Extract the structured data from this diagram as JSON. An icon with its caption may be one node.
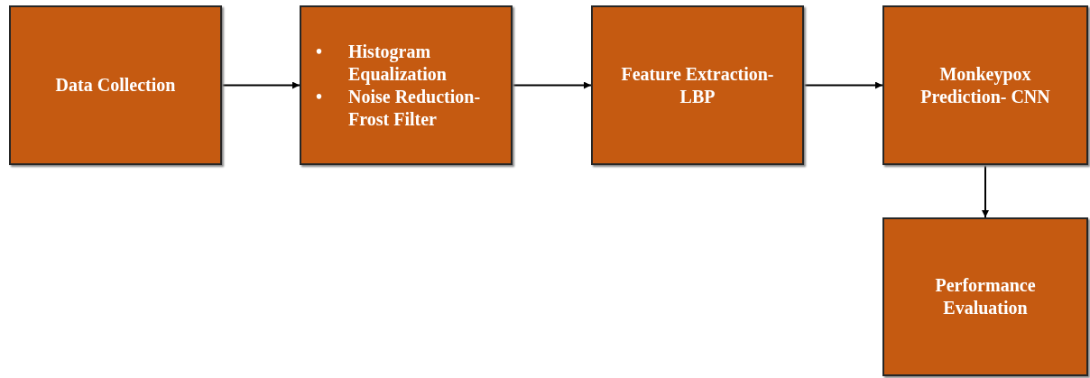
{
  "diagram": {
    "nodes": [
      {
        "text": [
          "Data Collection"
        ]
      },
      {
        "text": [
          "Histogram Equalization",
          "Noise Reduction-Frost Filter"
        ]
      },
      {
        "text": [
          "Feature Extraction-LBP"
        ]
      },
      {
        "text": [
          "Monkeypox Prediction- CNN"
        ]
      },
      {
        "text": [
          "Performance Evaluation"
        ]
      }
    ],
    "edges": [
      {
        "from": 0,
        "to": 1,
        "arrow": "to"
      },
      {
        "from": 1,
        "to": 2,
        "arrow": "to"
      },
      {
        "from": 2,
        "to": 3,
        "arrow": "to"
      },
      {
        "from": 3,
        "to": 4,
        "arrow": "to"
      }
    ],
    "labels": [
      "•",
      "•"
    ]
  }
}
